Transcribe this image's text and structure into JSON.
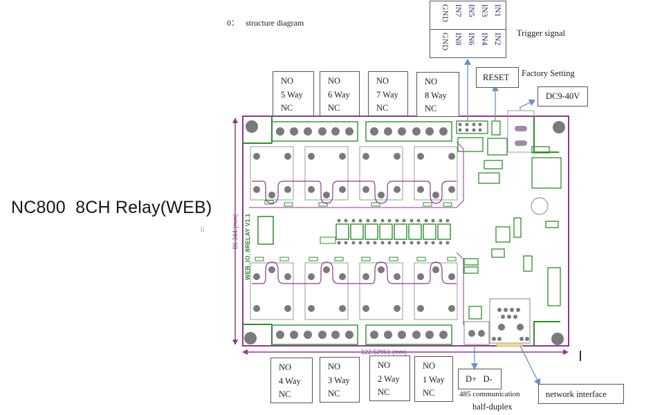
{
  "page": {
    "product_title": "NC800  8CH Relay(WEB)",
    "section_number": "0：",
    "section_heading": "structure diagram"
  },
  "diagram": {
    "trigger_signal": {
      "label": "Trigger signal",
      "top_row": [
        "IN1",
        "IN3",
        "IN5",
        "IN7",
        "GND"
      ],
      "bottom_row": [
        "IN2",
        "IN4",
        "IN6",
        "IN8",
        "GND"
      ]
    },
    "reset": {
      "label": "RESET",
      "note": "Factory Setting"
    },
    "power": {
      "label": "DC9-40V"
    },
    "relay_boxes_top": [
      {
        "no": "NO",
        "way": "5 Way",
        "nc": "NC"
      },
      {
        "no": "NO",
        "way": "6 Way",
        "nc": "NC"
      },
      {
        "no": "NO",
        "way": "7 Way",
        "nc": "NC"
      },
      {
        "no": "NO",
        "way": "8 Way",
        "nc": "NC"
      }
    ],
    "relay_boxes_bottom": [
      {
        "no": "NO",
        "way": "4 Way",
        "nc": "NC"
      },
      {
        "no": "NO",
        "way": "3 Way",
        "nc": "NC"
      },
      {
        "no": "NO",
        "way": "2 Way",
        "nc": "NC"
      },
      {
        "no": "NO",
        "way": "1 Way",
        "nc": "NC"
      }
    ],
    "rs485": {
      "label": "D+   D-",
      "caption": "485 communication",
      "mode": "half-duplex"
    },
    "network": {
      "label": "network interface"
    },
    "dimensions": {
      "width": "122.52961 (mm)",
      "height": "86.344 (mm)"
    },
    "board_silkscreen": "WEB_IO_8RELAY V1.1",
    "colors": {
      "board_outline": "#8a3a8a",
      "copper_green": "#2e8b2e",
      "pad_gray": "#7a7a7a",
      "arrow_blue": "#6f8fbf"
    }
  }
}
